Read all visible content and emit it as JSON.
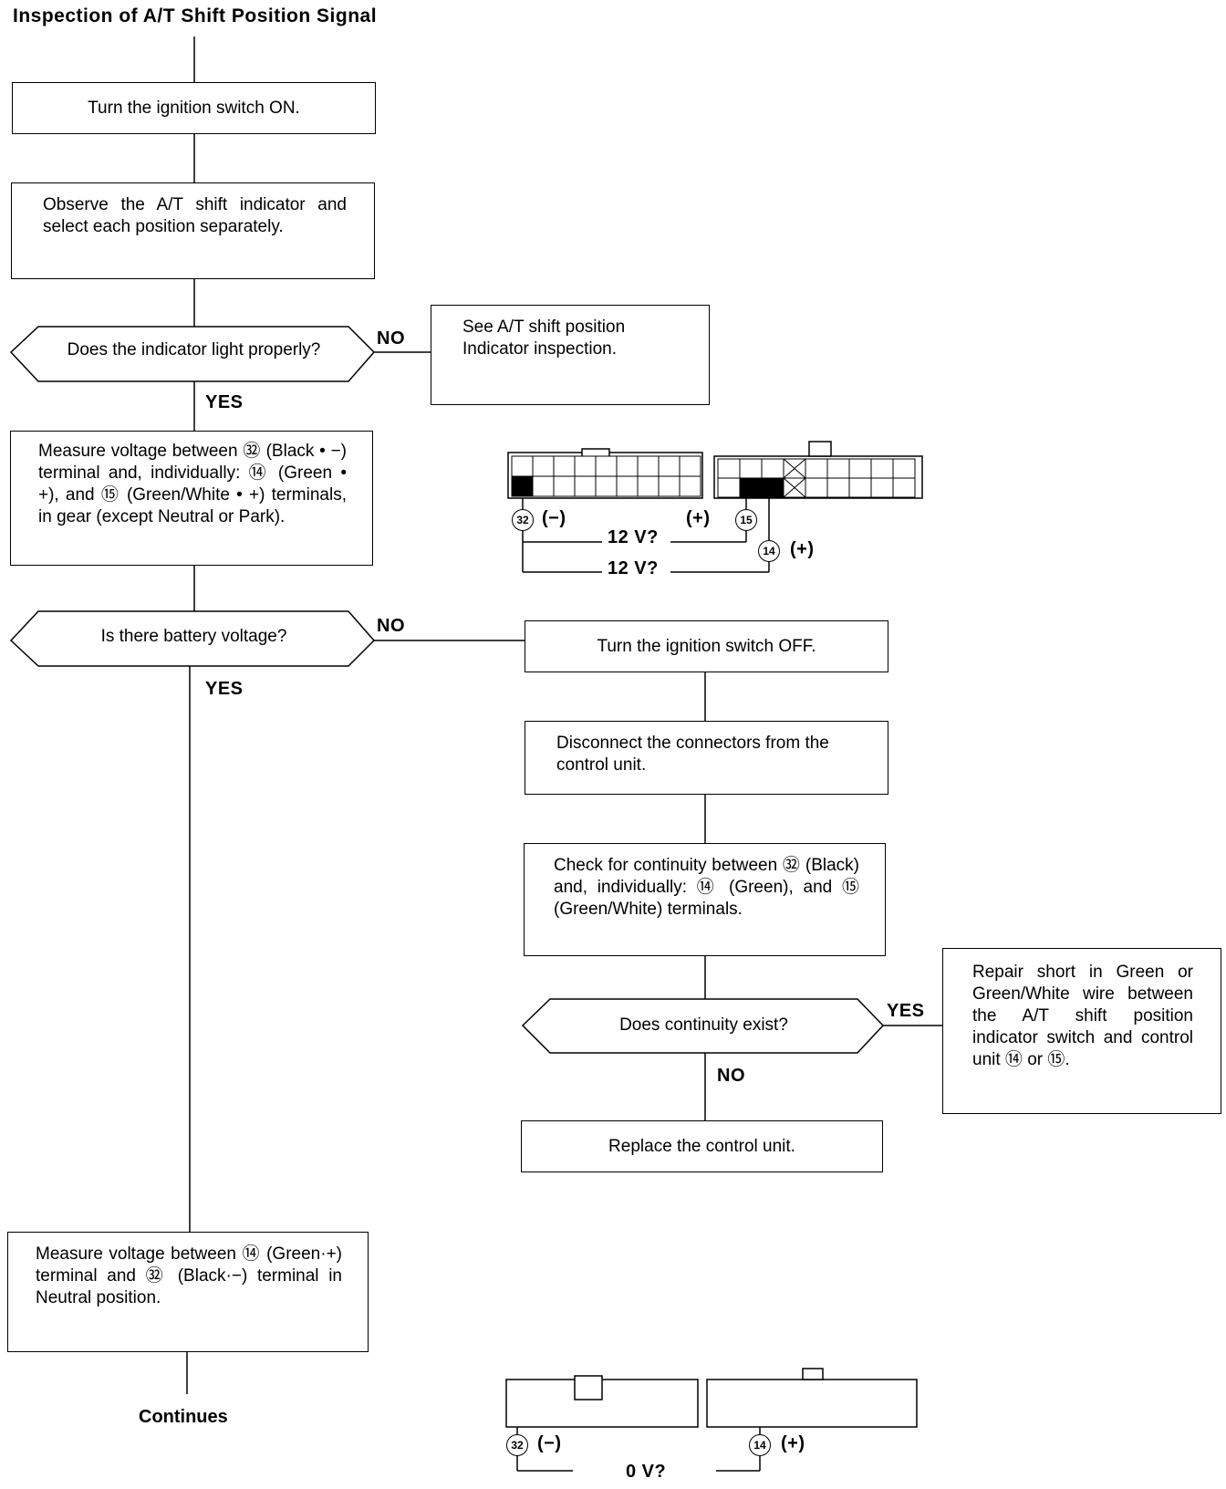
{
  "title": "Inspection of A/T Shift Position Signal",
  "steps": {
    "ignition_on": "Turn the ignition switch ON.",
    "observe": "Observe the A/T shift indicator and select each position separately.",
    "q_indicator": "Does the indicator light properly?",
    "see_inspection": "See A/T shift position Indicator inspection.",
    "measure_gear": "Measure voltage between ㉜ (Black • −) terminal and, individually: ⑭ (Green • +), and ⑮ (Green/White • +) terminals, in gear (except Neutral or Park).",
    "q_battery": "Is there battery voltage?",
    "ignition_off": "Turn the ignition switch OFF.",
    "disconnect": "Disconnect the connectors from the control unit.",
    "check_continuity": "Check for continuity between ㉜ (Black) and, individually: ⑭ (Green), and ⑮ (Green/White) terminals.",
    "q_continuity": "Does continuity exist?",
    "repair_short": "Repair short in Green or Green/White wire between the A/T shift position indicator switch and control unit ⑭ or ⑮.",
    "replace_unit": "Replace the control unit.",
    "measure_neutral": "Measure voltage between ⑭ (Green·+) terminal and ㉜ (Black·−) terminal in Neutral position.",
    "continues": "Continues"
  },
  "branch_labels": {
    "no1": "NO",
    "yes1": "YES",
    "no2": "NO",
    "yes2": "YES",
    "yes3": "YES",
    "no3": "NO"
  },
  "connector_top": {
    "pin32": "32",
    "pin15": "15",
    "pin14": "14",
    "minus": "(−)",
    "plus15": "(+)",
    "plus14": "(+)",
    "v1": "12 V?",
    "v2": "12 V?"
  },
  "connector_bottom": {
    "pin32": "32",
    "pin14": "14",
    "minus": "(−)",
    "plus": "(+)",
    "v": "0 V?"
  }
}
